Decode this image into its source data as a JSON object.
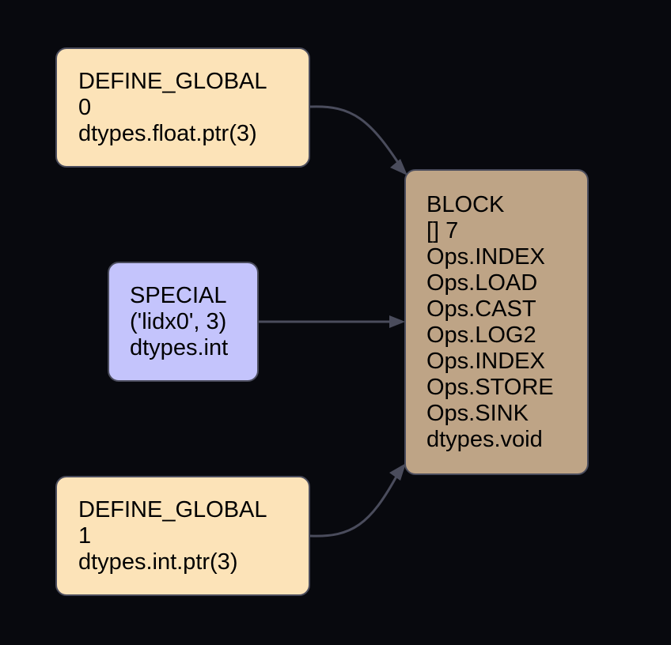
{
  "nodes": {
    "define_global_0": {
      "lines": [
        "DEFINE_GLOBAL",
        "0",
        "dtypes.float.ptr(3)"
      ],
      "fill": "#fce3b8"
    },
    "special": {
      "lines": [
        "SPECIAL",
        "('lidx0', 3)",
        "dtypes.int"
      ],
      "fill": "#c4c4fc"
    },
    "define_global_1": {
      "lines": [
        "DEFINE_GLOBAL",
        "1",
        "dtypes.int.ptr(3)"
      ],
      "fill": "#fce3b8"
    },
    "block": {
      "lines": [
        "BLOCK",
        "[] 7",
        "Ops.INDEX",
        "Ops.LOAD",
        "Ops.CAST",
        "Ops.LOG2",
        "Ops.INDEX",
        "Ops.STORE",
        "Ops.SINK",
        "dtypes.void"
      ],
      "fill": "#bea486"
    }
  },
  "edges": [
    {
      "from": "define_global_0",
      "to": "block"
    },
    {
      "from": "special",
      "to": "block"
    },
    {
      "from": "define_global_1",
      "to": "block"
    }
  ],
  "colors": {
    "background": "#08090e",
    "edge": "#4a4c5c",
    "border": "#4a4c5c"
  }
}
